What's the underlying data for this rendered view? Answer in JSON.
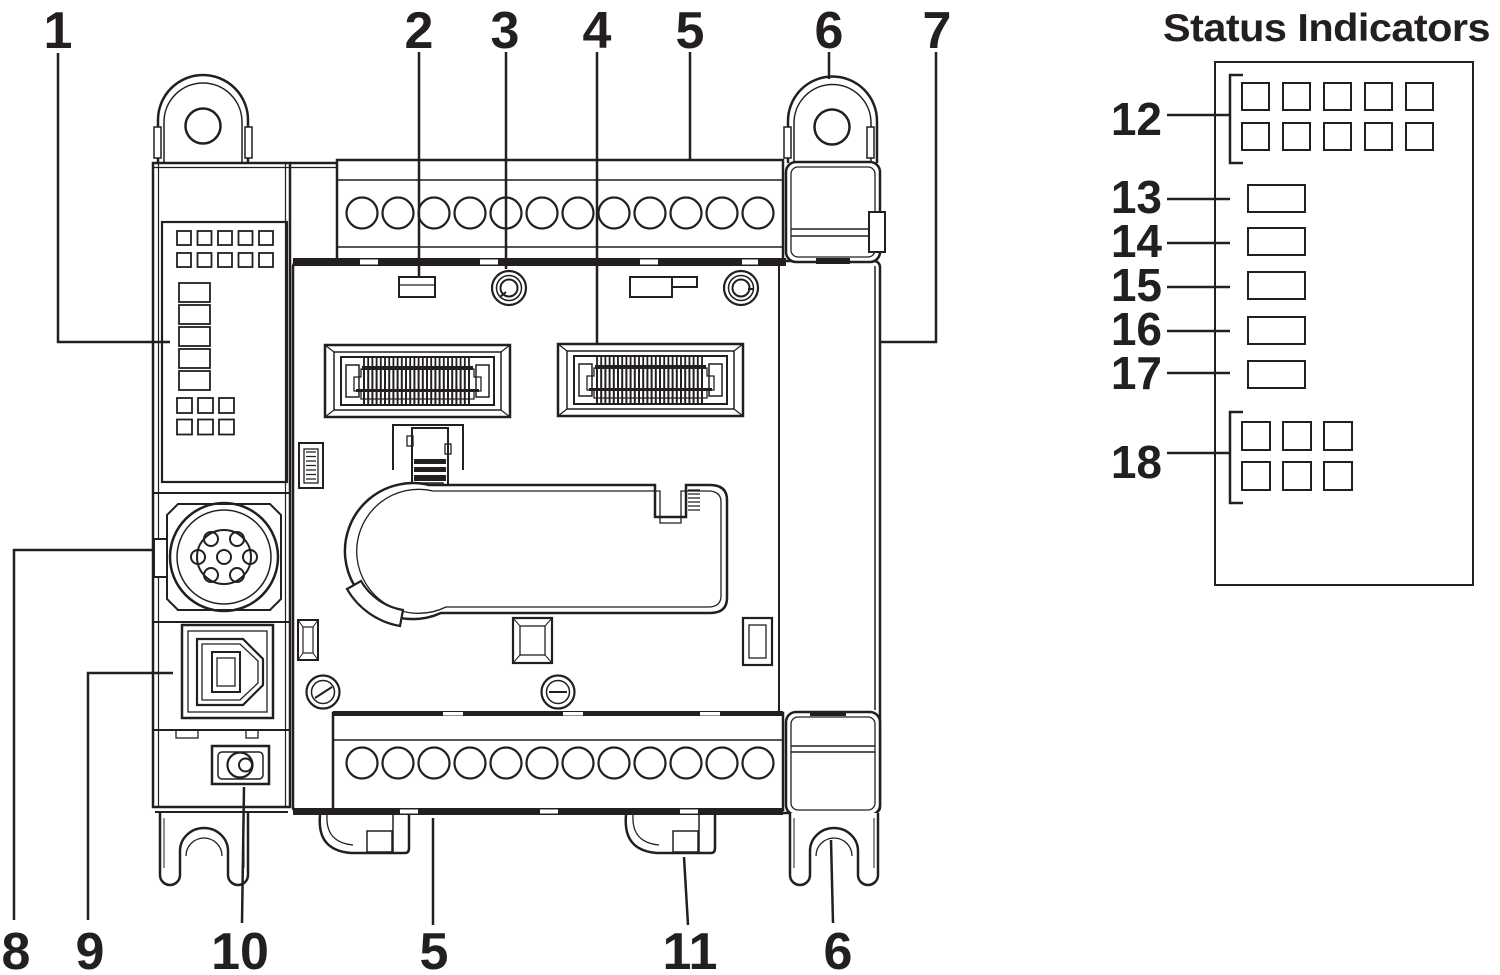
{
  "figure": {
    "background": "#ffffff",
    "line_color": "#231f20",
    "description": "Controller hardware callout line drawing with status indicator legend"
  },
  "callouts": {
    "top": {
      "c1": "1",
      "c2": "2",
      "c3": "3",
      "c4": "4",
      "c5": "5",
      "c6": "6",
      "c7": "7"
    },
    "bottom": {
      "c8": "8",
      "c9": "9",
      "c10": "10",
      "c5": "5",
      "c11": "11",
      "c6": "6"
    },
    "status": {
      "c12": "12",
      "c13": "13",
      "c14": "14",
      "c15": "15",
      "c16": "16",
      "c17": "17",
      "c18": "18"
    }
  },
  "status_panel": {
    "title": "Status Indicators",
    "led_group_12": {
      "rows": 2,
      "cols": 5
    },
    "single_led_count": 5,
    "led_group_18": {
      "rows": 2,
      "cols": 3
    }
  },
  "device": {
    "top_terminal_count": 12,
    "bottom_terminal_count": 12,
    "module_led_top_grid": {
      "rows": 2,
      "cols": 5
    },
    "module_led_bar_count": 5,
    "module_led_bottom_grid": {
      "rows": 2,
      "cols": 3
    },
    "serial_pin_count": 7,
    "expansion_connector_count": 2,
    "connector_pin_columns": 26
  }
}
